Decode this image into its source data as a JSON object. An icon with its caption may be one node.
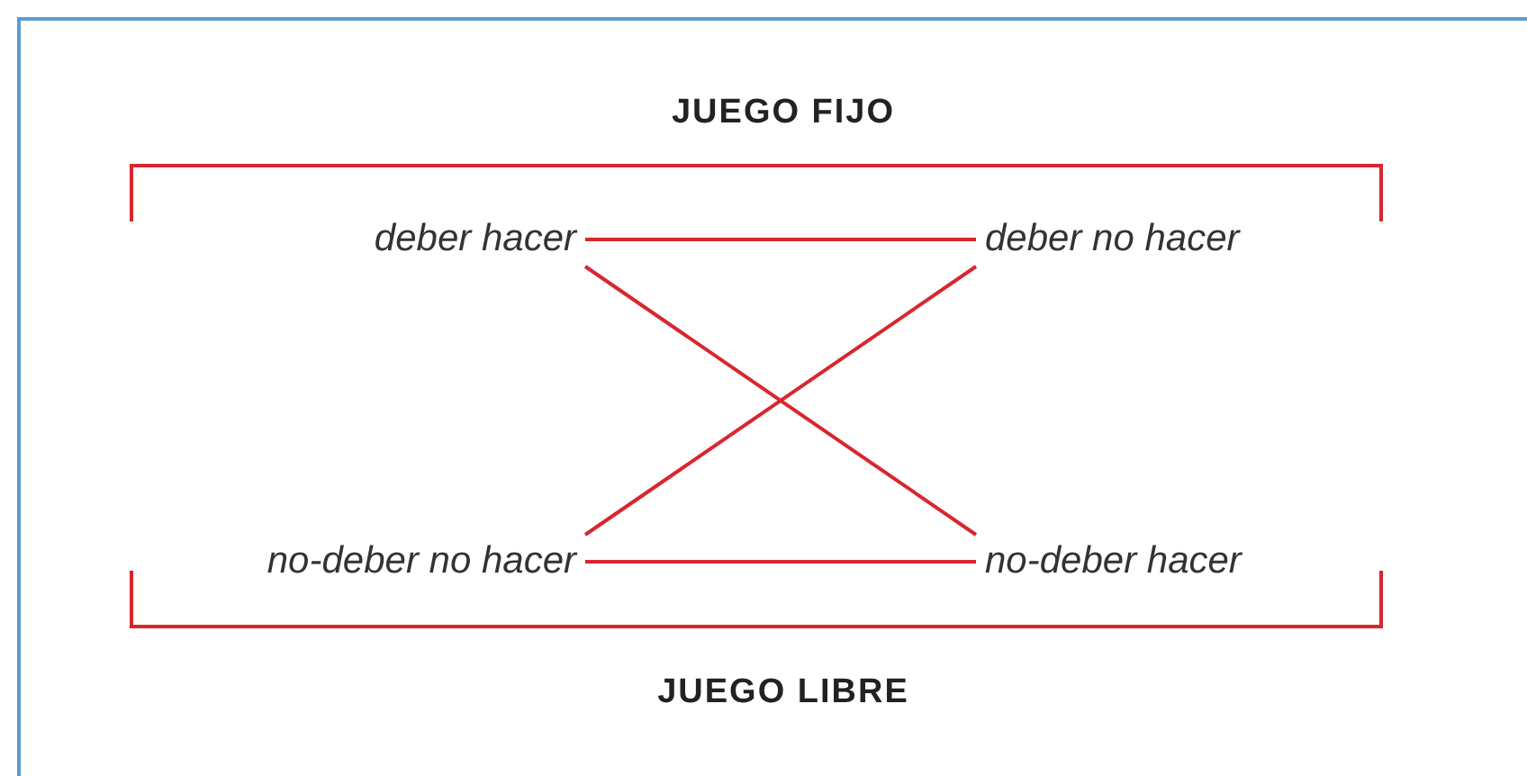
{
  "diagram": {
    "nodes": [
      {
        "text": [
          "deber hacer"
        ]
      },
      {
        "text": [
          "deber no hacer"
        ]
      },
      {
        "text": [
          "no-deber no hacer"
        ]
      },
      {
        "text": [
          "no-deber hacer"
        ]
      }
    ],
    "edges": [
      {
        "from": 0,
        "to": 1,
        "arrow": "none"
      },
      {
        "from": 0,
        "to": 3,
        "arrow": "none"
      },
      {
        "from": 1,
        "to": 2,
        "arrow": "none"
      },
      {
        "from": 2,
        "to": 3,
        "arrow": "none"
      }
    ],
    "labels": [
      "JUEGO FIJO",
      "JUEGO LIBRE"
    ]
  }
}
